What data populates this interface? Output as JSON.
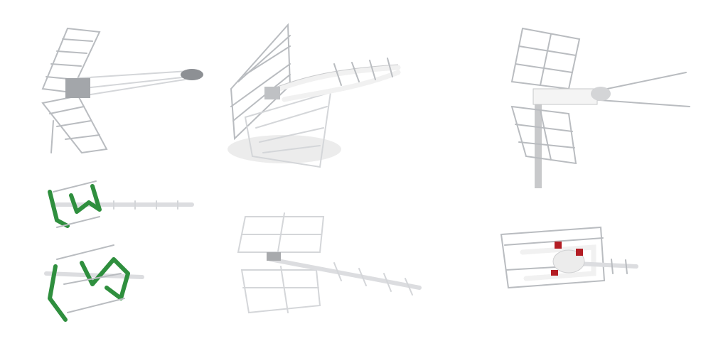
{
  "image": {
    "background": "#ffffff",
    "products": [
      {
        "name": "grey-grid-antenna-with-gray-nose"
      },
      {
        "name": "white-folded-grid-yagi-antenna"
      },
      {
        "name": "white-panel-yagi-antenna-on-mast"
      },
      {
        "name": "green-yagi-antenna-side-view"
      },
      {
        "name": "green-yagi-antenna-close-view"
      },
      {
        "name": "white-panel-yagi-antenna-perspective"
      },
      {
        "name": "white-compact-antenna-with-red-clips"
      }
    ],
    "colors": {
      "green": "#2f8f3e",
      "red": "#b31d24",
      "metal": "#b9bcc0",
      "white": "#f1f1f1"
    }
  }
}
